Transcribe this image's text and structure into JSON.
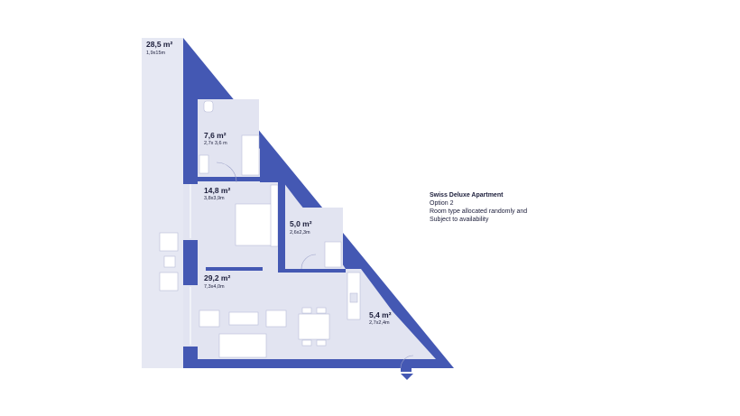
{
  "info": {
    "title": "Swiss Deluxe Apartment",
    "option": "Option 2",
    "note_line1": "Room type allocated randomly and",
    "note_line2": "Subject to availability"
  },
  "rooms": {
    "terrace": {
      "area": "28,5 m²",
      "dims": "1,9x15m"
    },
    "bathroom": {
      "area": "7,6 m²",
      "dims": "2,7x 3,6 m"
    },
    "bedroom": {
      "area": "14,8 m²",
      "dims": "3,8x3,9m"
    },
    "wc": {
      "area": "5,0 m²",
      "dims": "2,6x2,3m"
    },
    "living": {
      "area": "29,2 m²",
      "dims": "7,3x4,0m"
    },
    "entry": {
      "area": "5,4 m²",
      "dims": "2,7x2,4m"
    }
  },
  "colors": {
    "wall": "#4458b3",
    "floor": "#e2e4f1",
    "terrace": "#e6e8f3",
    "furniture": "#ffffff",
    "text": "#1b1d3a"
  }
}
